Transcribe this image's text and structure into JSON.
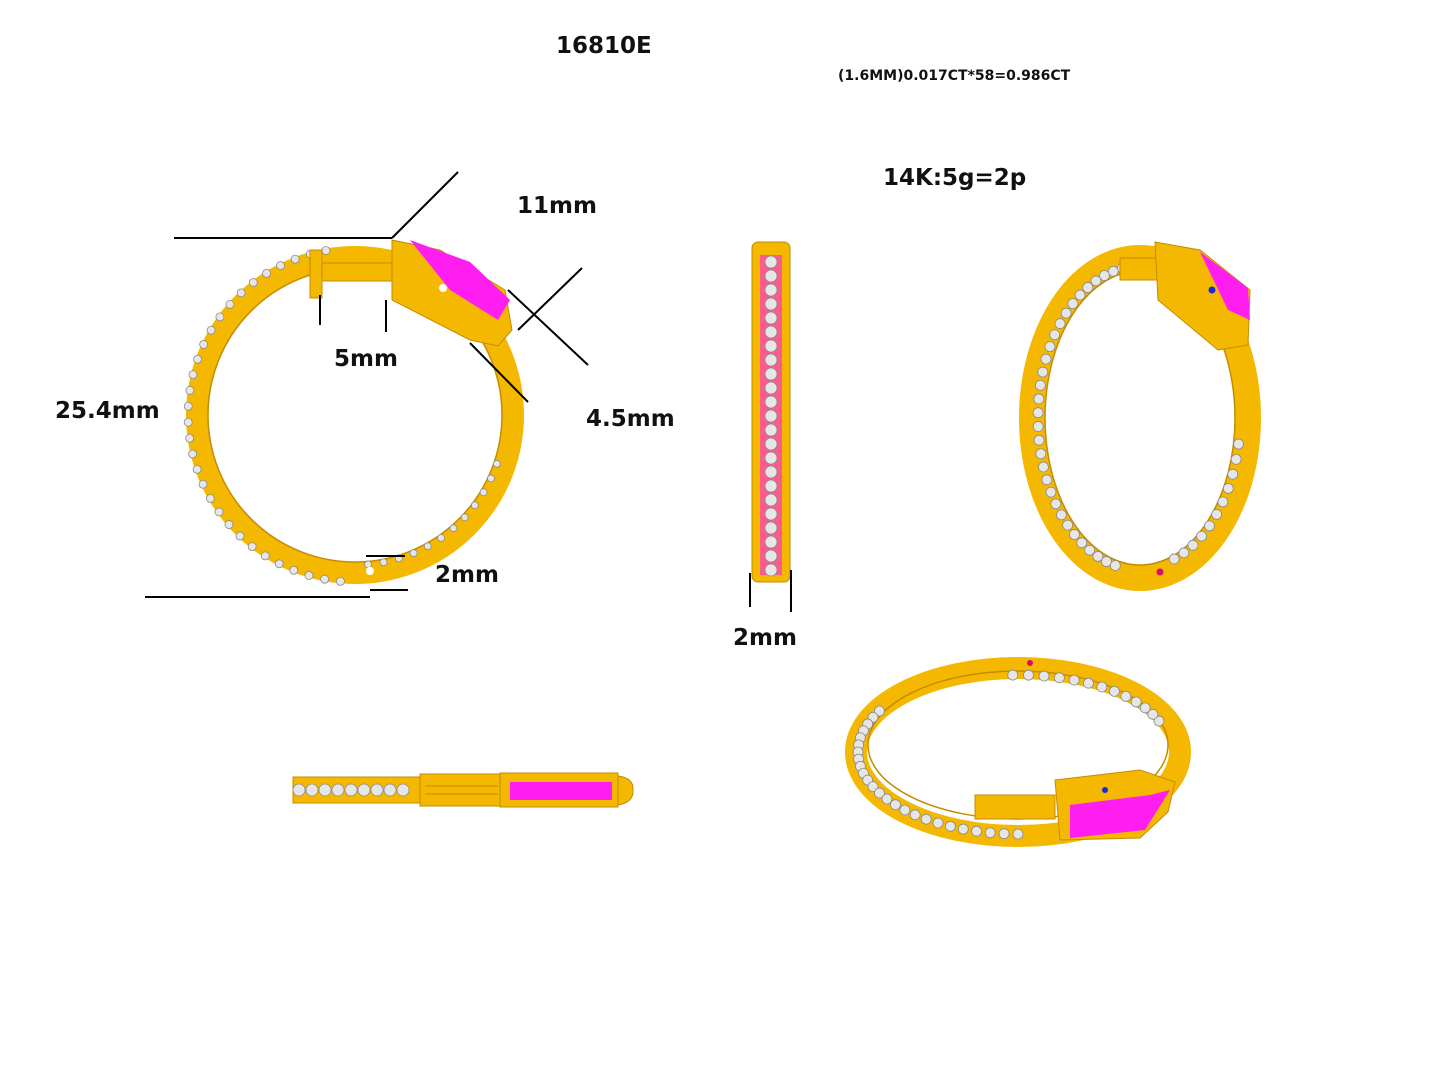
{
  "header": {
    "model": "16810E",
    "stone_spec": "(1.6MM)0.017CT*58=0.986CT",
    "metal_spec": "14K:5g=2p"
  },
  "dimensions": {
    "top_width": "11mm",
    "gap": "5mm",
    "diameter": "25.4mm",
    "tip": "4.5mm",
    "band_width_front": "2mm",
    "band_width_side": "2mm"
  },
  "colors": {
    "gold": "#f5b800",
    "gold_dark": "#c48c00",
    "magenta": "#ff1ef0",
    "diamond": "#e6e6e6",
    "line": "#000000"
  },
  "views": [
    {
      "name": "front-view"
    },
    {
      "name": "side-view"
    },
    {
      "name": "angled-view"
    },
    {
      "name": "top-view"
    },
    {
      "name": "perspective-view"
    }
  ]
}
